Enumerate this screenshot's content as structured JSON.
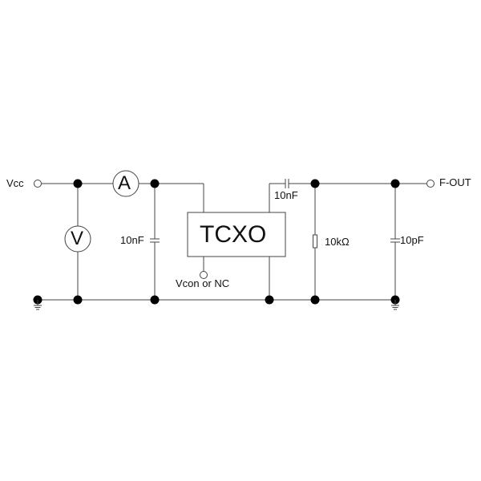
{
  "labels": {
    "vcc": "Vcc",
    "ammeter": "A",
    "voltmeter": "V",
    "cap_input": "10nF",
    "tcxo": "TCXO",
    "vcon": "Vcon or NC",
    "cap_coupling": "10nF",
    "resistor": "10kΩ",
    "cap_load": "10pF",
    "fout": "F-OUT"
  }
}
